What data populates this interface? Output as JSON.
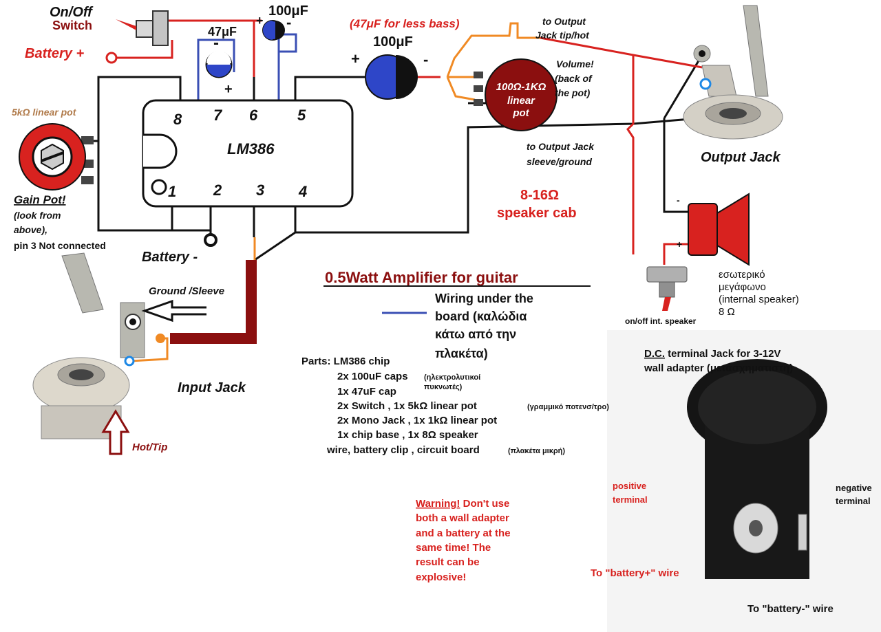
{
  "diagram": {
    "title": "0.5Watt Amplifier for guitar",
    "chip": {
      "name": "LM386",
      "pins": [
        "1",
        "2",
        "3",
        "4",
        "5",
        "6",
        "7",
        "8"
      ]
    },
    "top_left": {
      "switch_line1": "On/Off",
      "switch_line2": "Switch",
      "battery_plus": "Battery +"
    },
    "caps": {
      "cap_top": "100μF",
      "cap_47": "47μF",
      "cap_out": "100μF",
      "cap_out_alt": "(47μF for less bass)",
      "minus": "-",
      "plus": "+"
    },
    "gain_pot": {
      "value": "5kΩ linear pot",
      "line1": "Gain Pot!",
      "line2": "(look from",
      "line3": "above),",
      "line4": "pin 3 Not connected"
    },
    "battery_minus": "Battery -",
    "volume_pot": {
      "line1": "100Ω-1KΩ",
      "line2": "linear",
      "line3": "pot",
      "note1": "Volume!",
      "note2": "(back of",
      "note3": "the pot)"
    },
    "output_labels": {
      "tip1": "to Output",
      "tip2": "Jack tip/hot",
      "sleeve1": "to Output Jack",
      "sleeve2": "sleeve/ground",
      "jack": "Output Jack"
    },
    "speaker_cab": {
      "line1": "8-16Ω",
      "line2": "speaker cab"
    },
    "internal_speaker": {
      "line1": "εσωτερικό",
      "line2": "μεγάφωνο",
      "line3": "(internal speaker)",
      "line4": "8 Ω",
      "switch": "on/off int. speaker",
      "minus": "-",
      "plus": "+"
    },
    "input_jack": {
      "ground": "Ground /Sleeve",
      "label": "Input Jack",
      "hot": "Hot/Tip"
    },
    "legend": {
      "line1": "Wiring under the",
      "line2": "board (καλώδια",
      "line3": "κάτω από την",
      "line4": "πλακέτα)"
    },
    "parts": {
      "l1": "Parts: LM386 chip",
      "l2": "2x 100uF caps",
      "l2b": "(ηλεκτρολυτικοί",
      "l2c": "πυκνωτές)",
      "l3": "1x  47uF cap",
      "l4": "2x  Switch , 1x 5kΩ linear pot",
      "l4b": "(γραμμικό ποτενσ/τρο)",
      "l5": "2x  Mono Jack , 1x 1kΩ linear pot",
      "l6": "1x  chip base , 1x 8Ω speaker",
      "l7": "wire, battery clip , circuit board",
      "l7b": "(πλακέτα μικρή)"
    },
    "warning": {
      "l1": "Warning!",
      "l1b": " Don't use",
      "l2": "both a wall adapter",
      "l3": "and a battery at the",
      "l4": "same time! The",
      "l5": "result can be",
      "l6": "explosive!"
    },
    "dc_jack": {
      "title_dc": "D.C.",
      "title_rest": " terminal Jack for 3-12V",
      "title_line2": "wall adapter (μετασχηματιστή)",
      "positive1": "positive",
      "positive2": "terminal",
      "negative1": "negative",
      "negative2": "terminal",
      "to_plus": "To \"battery+\" wire",
      "to_minus": "To \"battery-\" wire"
    }
  },
  "colors": {
    "red_wire": "#d8221f",
    "blue_wire": "#3a4fb4",
    "orange_wire": "#f08a24",
    "dark_red_wire": "#8b0f0f",
    "black_wire": "#111111",
    "pot_body": "#8b0f0f",
    "cap_blue": "#2e46c8"
  }
}
